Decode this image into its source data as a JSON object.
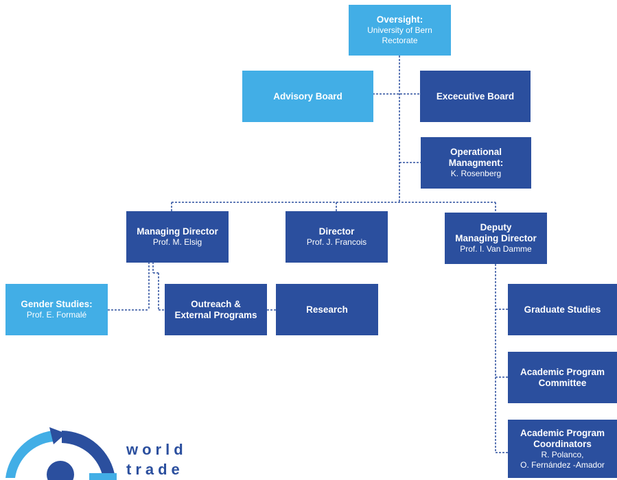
{
  "oversight": {
    "title": "Oversight:",
    "lines": [
      "University of Bern",
      "Rectorate"
    ]
  },
  "advisory_board": {
    "title": "Advisory Board"
  },
  "executive_board": {
    "title": "Excecutive Board"
  },
  "operational": {
    "title_lines": [
      "Operational",
      "Managment:"
    ],
    "name": "K. Rosenberg"
  },
  "managing_director": {
    "title": "Managing Director",
    "name": "Prof. M. Elsig"
  },
  "director": {
    "title": "Director",
    "name": "Prof. J. Francois"
  },
  "deputy": {
    "title_lines": [
      "Deputy",
      "Managing Director"
    ],
    "name": "Prof. I. Van Damme"
  },
  "gender_studies": {
    "title": "Gender Studies:",
    "name": "Prof. E. Formalé"
  },
  "outreach": {
    "title_lines": [
      "Outreach &",
      "External Programs"
    ]
  },
  "research": {
    "title": "Research"
  },
  "graduate_studies": {
    "title": "Graduate Studies"
  },
  "academic_committee": {
    "title_lines": [
      "Academic Program",
      "Committee"
    ]
  },
  "academic_coordinators": {
    "title_lines": [
      "Academic Program",
      "Coordinators"
    ],
    "names": [
      "R. Polanco,",
      "O. Fernández -Amador"
    ]
  },
  "logo": {
    "lines": [
      "world",
      "trade"
    ]
  },
  "colors": {
    "dark": "#2b4f9e",
    "light": "#42aee6"
  }
}
